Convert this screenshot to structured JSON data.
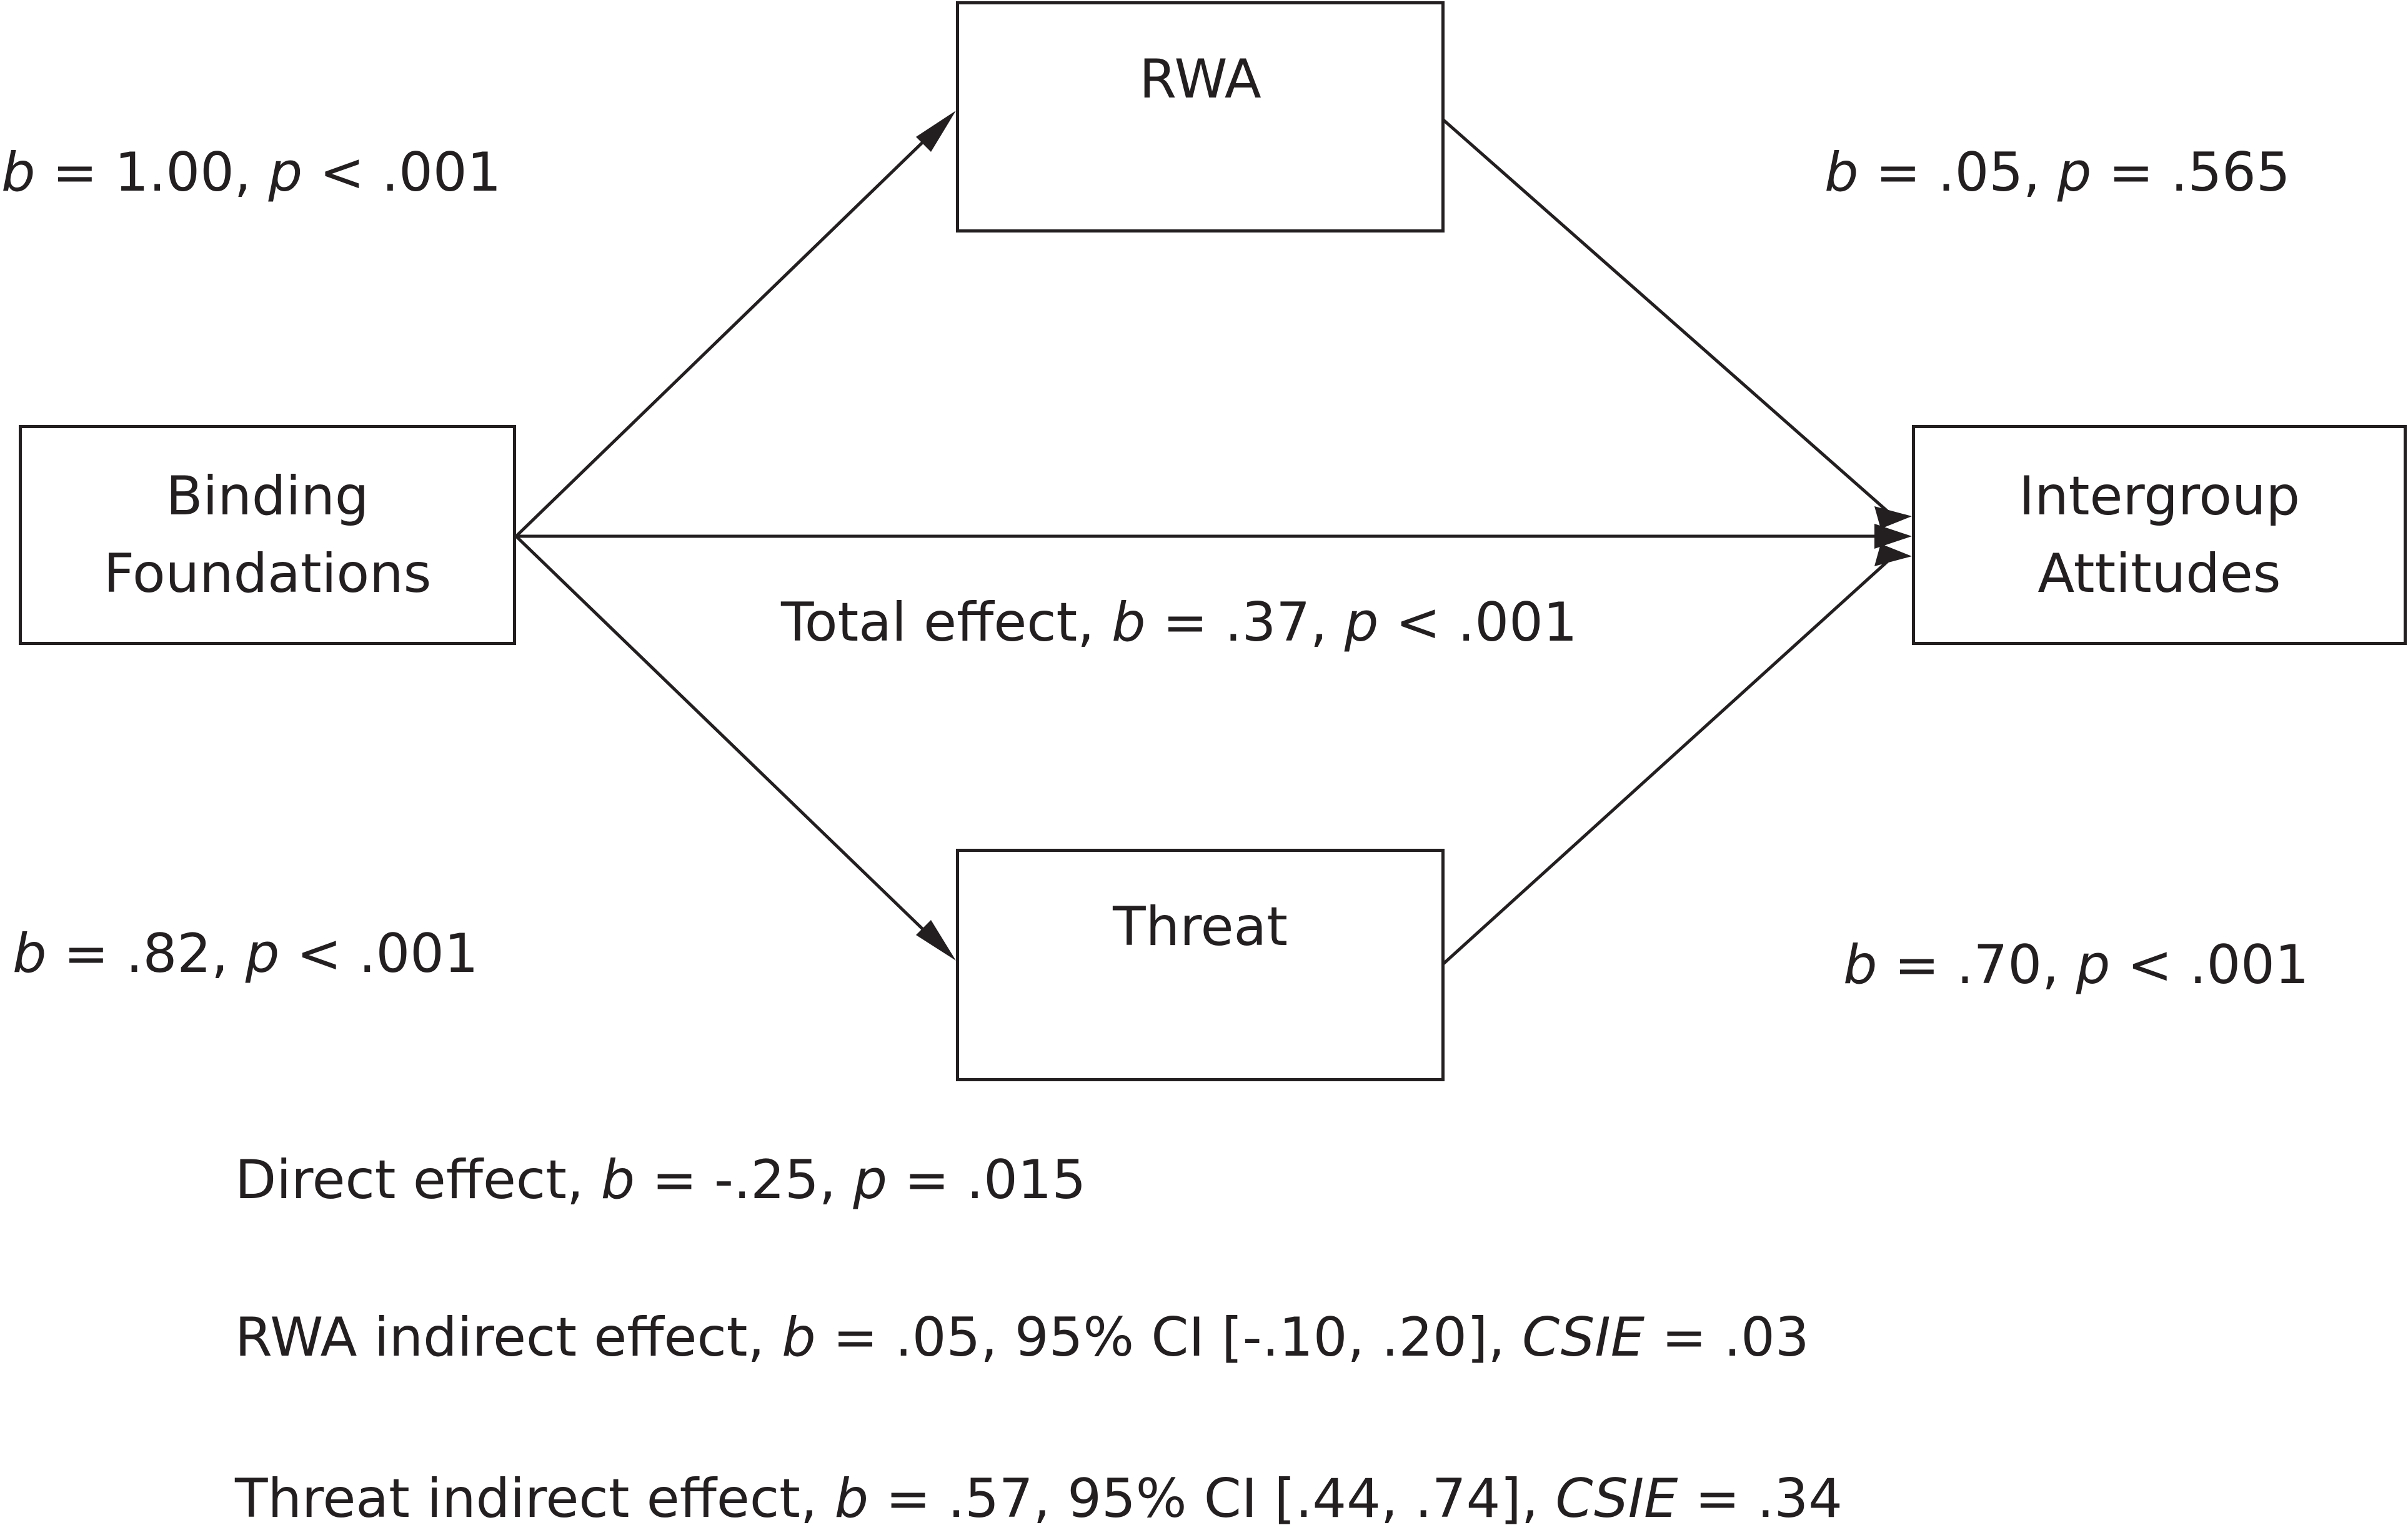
{
  "nodes": {
    "rwa": "RWA",
    "threat": "Threat",
    "binding_line1": "Binding",
    "binding_line2": "Foundations",
    "outcome_line1": "Intergroup",
    "outcome_line2": "Attitudes"
  },
  "paths": {
    "binding_to_rwa": {
      "b": "b",
      "b_val": " = 1.00, ",
      "p": "p",
      "p_val": " < .001"
    },
    "rwa_to_outcome": {
      "b": "b",
      "b_val": " = .05, ",
      "p": "p",
      "p_val": " = .565"
    },
    "binding_to_threat": {
      "b": "b",
      "b_val": " = .82, ",
      "p": "p",
      "p_val": " < .001"
    },
    "threat_to_outcome": {
      "b": "b",
      "b_val": " = .70, ",
      "p": "p",
      "p_val": " < .001"
    },
    "total_effect": {
      "prefix": "Total effect, ",
      "b": "b",
      "b_val": " = .37, ",
      "p": "p",
      "p_val": " < .001"
    }
  },
  "effects": {
    "direct": {
      "prefix": "Direct effect, ",
      "b": "b",
      "b_val": " = -.25, ",
      "p": "p",
      "p_val": " = .015"
    },
    "rwa_indirect": {
      "prefix": "RWA indirect effect, ",
      "b": "b",
      "b_val": " = .05, 95% CI [-.10, .20], ",
      "csie": "CSIE",
      "csie_val": " = .03"
    },
    "threat_indirect": {
      "prefix": "Threat indirect effect, ",
      "b": "b",
      "b_val": " = .57, 95% CI [.44, .74], ",
      "csie": "CSIE",
      "csie_val": " = .34"
    }
  }
}
